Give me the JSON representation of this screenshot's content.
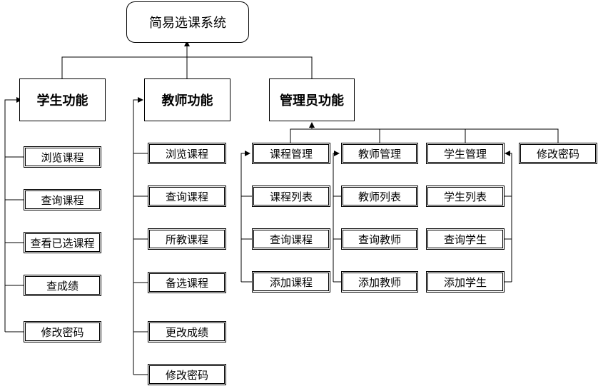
{
  "root": {
    "label": "简易选课系统"
  },
  "student": {
    "title": "学生功能",
    "items": [
      "浏览课程",
      "查询课程",
      "查看已选课程",
      "查成绩",
      "修改密码"
    ]
  },
  "teacher": {
    "title": "教师功能",
    "items": [
      "浏览课程",
      "查询课程",
      "所教课程",
      "备选课程",
      "更改成绩",
      "修改密码"
    ]
  },
  "admin": {
    "title": "管理员功能",
    "modules": [
      {
        "title": "课程管理",
        "items": [
          "课程列表",
          "查询课程",
          "添加课程"
        ]
      },
      {
        "title": "教师管理",
        "items": [
          "教师列表",
          "查询教师",
          "添加教师"
        ]
      },
      {
        "title": "学生管理",
        "items": [
          "学生列表",
          "查询学生",
          "添加学生"
        ]
      },
      {
        "title": "修改密码",
        "items": []
      }
    ]
  }
}
